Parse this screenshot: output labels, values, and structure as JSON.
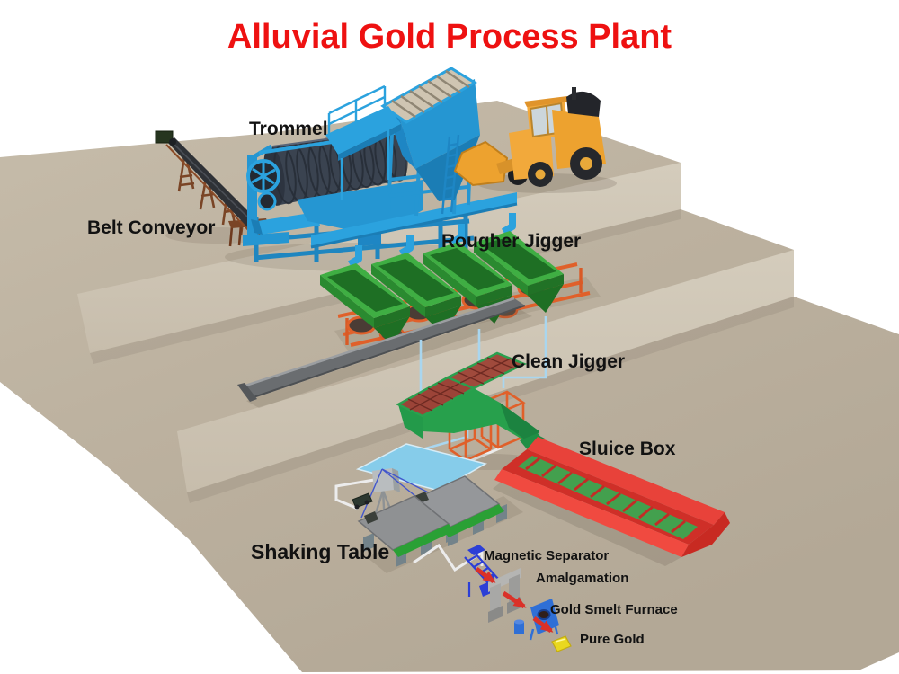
{
  "title": "Alluvial Gold Process Plant",
  "labels": {
    "trommel": "Trommel",
    "belt_conveyor": "Belt Conveyor",
    "rougher_jigger": "Rougher Jigger",
    "clean_jigger": "Clean Jigger",
    "sluice_box": "Sluice Box",
    "shaking_table": "Shaking Table",
    "magnetic_separator": "Magnetic Separator",
    "amalgamation": "Amalgamation",
    "gold_smelt_furnace": "Gold Smelt Furnace",
    "pure_gold": "Pure Gold"
  },
  "colors": {
    "background": "#ffffff",
    "title_red": "#ee1111",
    "label_black": "#121212",
    "ground_tan": "#bcb19f",
    "ground_step_face": "#cfc6b5",
    "machine_blue": "#2b9fda",
    "drum_dark": "#3a4350",
    "jigger_green": "#3fae43",
    "frame_orange": "#e0602a",
    "launder_gray": "#6a6d70",
    "clean_jigger_deck": "#9c4438",
    "sluice_red": "#e8423a",
    "riffle_green": "#43a04e",
    "pond_blue": "#86ccea",
    "loader_yellow": "#f2a93b",
    "conveyor_brown": "#7a4526",
    "table_gray": "#8f9193",
    "table_rim_green": "#2aa035",
    "separator_blue": "#2c3fd6",
    "furnace_blue": "#2f6fd6",
    "gold_yellow": "#ead81f",
    "arrow_red": "#da3128",
    "pipe_light_blue": "#a9d6ef",
    "pipe_white": "#ececec"
  }
}
